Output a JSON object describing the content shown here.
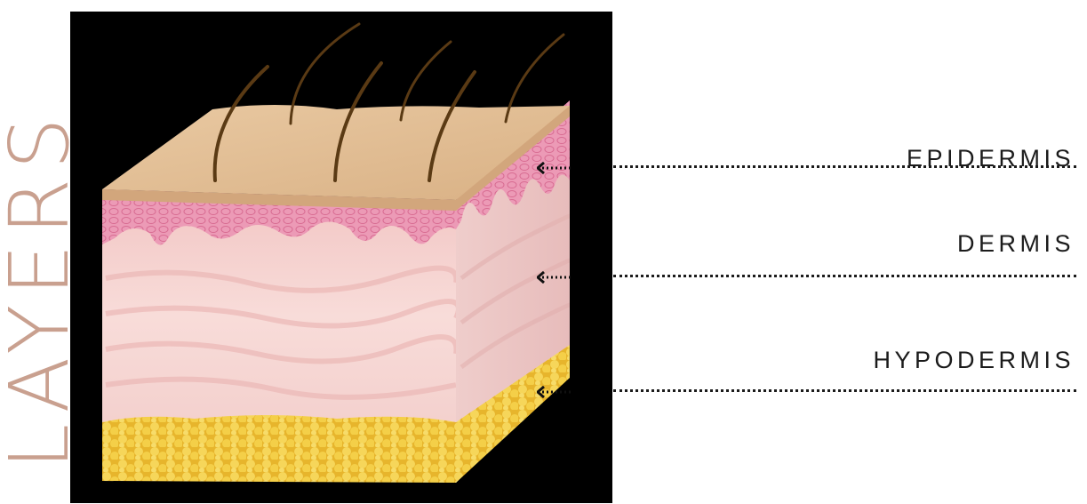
{
  "title": "LAYERS",
  "layers": [
    {
      "label": "EPIDERMIS"
    },
    {
      "label": "DERMIS"
    },
    {
      "label": "HYPODERMIS"
    }
  ],
  "colors": {
    "title": "#c9a08f",
    "label_text": "#1b1b1b",
    "surface": "#e8c59c",
    "epidermis": "#e98fae",
    "dermis": "#f5d2cf",
    "hypodermis": "#f2cd3c",
    "hair": "#5a3a14",
    "background_photo": "#000000"
  },
  "icons": [
    "arrow-left-icon",
    "hair-icon"
  ]
}
